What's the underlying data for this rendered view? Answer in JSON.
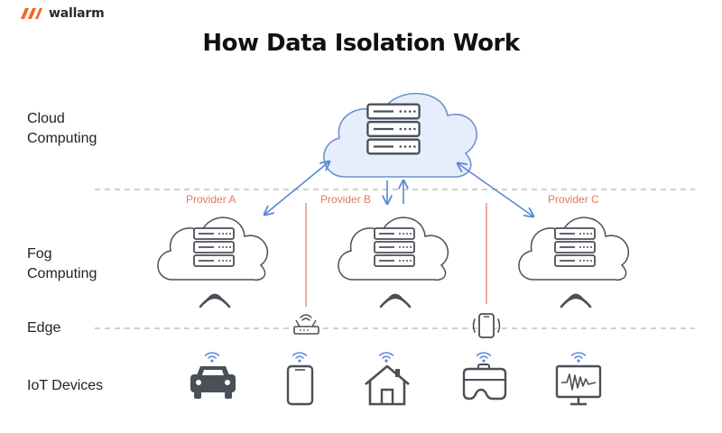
{
  "brand": {
    "name": "wallarm",
    "accent": "#f26522"
  },
  "title": "How Data Isolation Work",
  "layers": {
    "cloud_line1": "Cloud",
    "cloud_line2": "Computing",
    "fog_line1": "Fog",
    "fog_line2": "Computing",
    "edge": "Edge",
    "iot": "IoT Devices"
  },
  "providers": [
    "Provider A",
    "Provider B",
    "Provider C"
  ],
  "colors": {
    "cloud_fill": "#e6eefb",
    "cloud_stroke": "#6f8fcf",
    "arrow": "#5b87d6",
    "provider": "#e2785a",
    "device": "#4b4f57",
    "divider": "#b5b5b5"
  },
  "icons": {
    "cloud_server": "server-rack-icon",
    "fog_servers": [
      "server-rack-icon",
      "server-rack-icon",
      "server-rack-icon"
    ],
    "edge_devices": [
      "router-icon",
      "smartphone-icon"
    ],
    "iot_devices": [
      "car-icon",
      "smartphone-icon",
      "house-icon",
      "vr-headset-icon",
      "monitor-icon"
    ]
  }
}
